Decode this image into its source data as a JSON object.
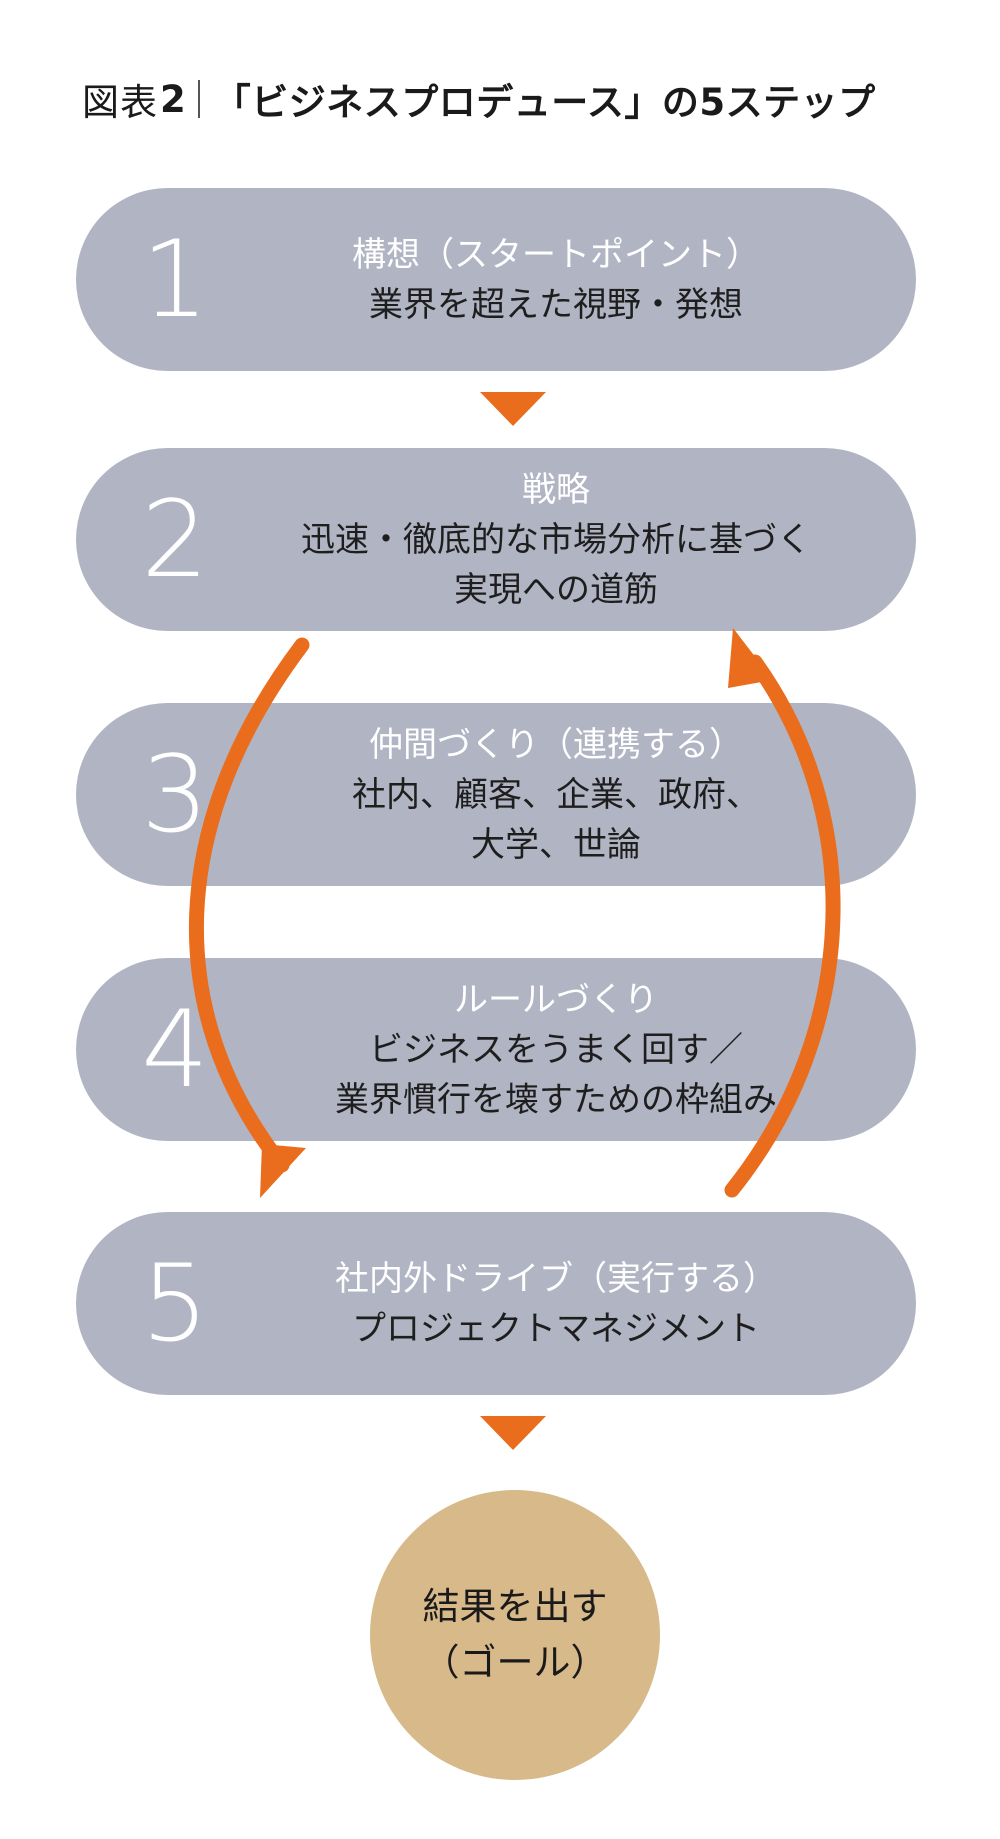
{
  "header": {
    "label": "図表",
    "number": "2",
    "title": "「ビジネスプロデュース」の5ステップ"
  },
  "steps": [
    {
      "number": "1",
      "title": "構想（スタートポイント）",
      "desc": [
        "業界を超えた視野・発想"
      ]
    },
    {
      "number": "2",
      "title": "戦略",
      "desc": [
        "迅速・徹底的な市場分析に基づく",
        "実現への道筋"
      ]
    },
    {
      "number": "3",
      "title": "仲間づくり（連携する）",
      "desc": [
        "社内、顧客、企業、政府、",
        "大学、世論"
      ]
    },
    {
      "number": "4",
      "title": "ルールづくり",
      "desc": [
        "ビジネスをうまく回す／",
        "業界慣行を壊すための枠組み"
      ]
    },
    {
      "number": "5",
      "title": "社内外ドライブ（実行する）",
      "desc": [
        "プロジェクトマネジメント"
      ]
    }
  ],
  "goal": {
    "line1": "結果を出す",
    "line2": "（ゴール）"
  },
  "colors": {
    "pill": "#b1b4c3",
    "accent": "#e96d1c",
    "goal": "#d7b98a"
  }
}
